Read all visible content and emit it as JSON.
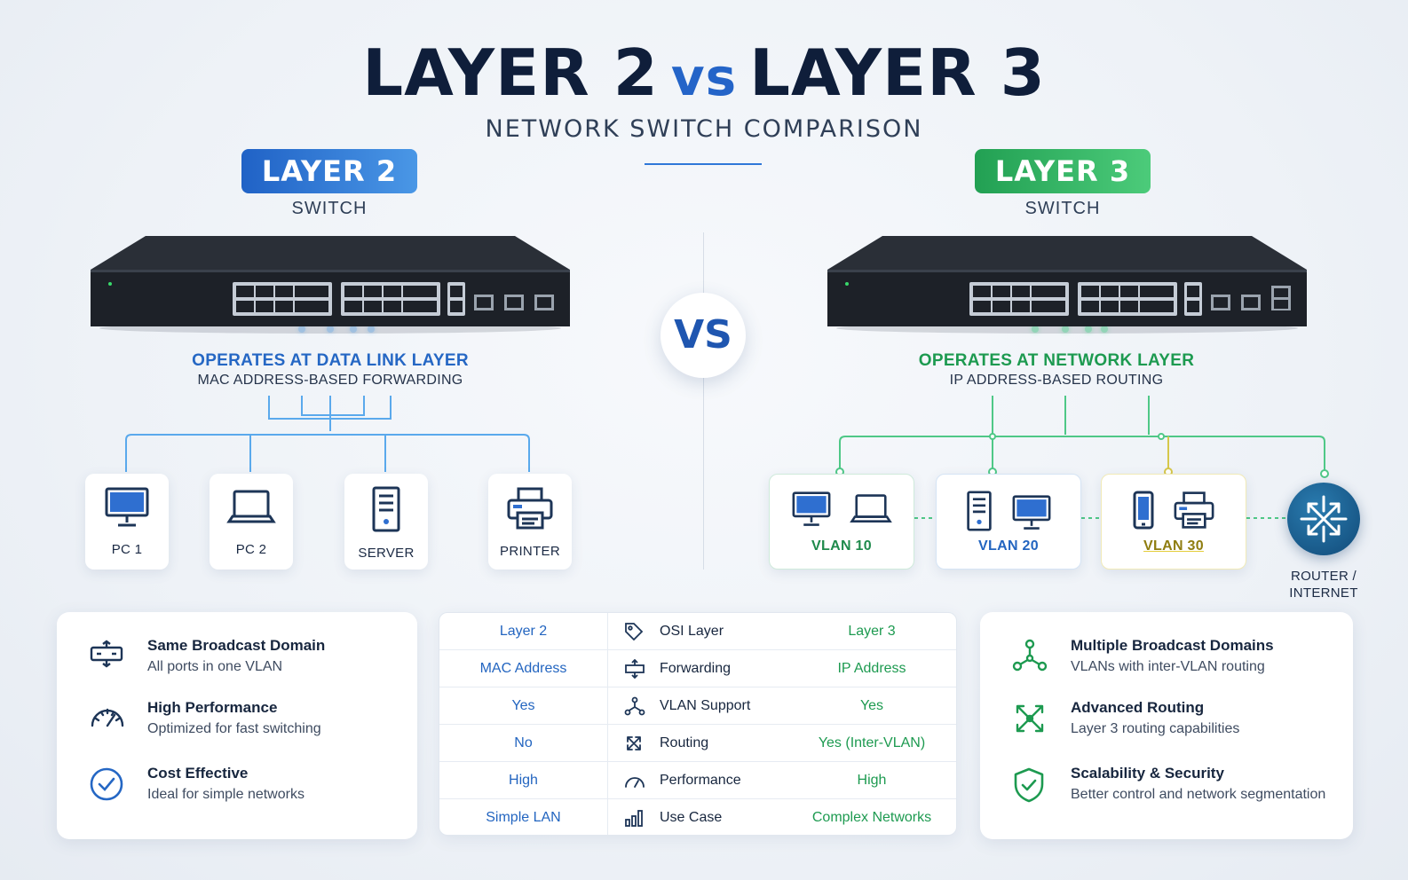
{
  "title": {
    "left": "LAYER 2",
    "vs": "vs",
    "right": "LAYER 3"
  },
  "subtitle": "NETWORK SWITCH COMPARISON",
  "center_vs": "VS",
  "layer2": {
    "badge": "LAYER 2",
    "badge_sub": "SWITCH",
    "op_title": "OPERATES AT DATA LINK LAYER",
    "op_sub": "MAC ADDRESS-BASED FORWARDING",
    "devices": [
      {
        "label": "PC 1",
        "icon": "monitor-icon"
      },
      {
        "label": "PC 2",
        "icon": "laptop-icon"
      },
      {
        "label": "SERVER",
        "icon": "server-icon"
      },
      {
        "label": "PRINTER",
        "icon": "printer-icon"
      }
    ],
    "features": [
      {
        "title": "Same Broadcast Domain",
        "desc": "All ports in one VLAN",
        "icon": "switch-ports-icon"
      },
      {
        "title": "High Performance",
        "desc": "Optimized for fast switching",
        "icon": "speedometer-icon"
      },
      {
        "title": "Cost Effective",
        "desc": "Ideal for simple networks",
        "icon": "check-circle-icon"
      }
    ],
    "accent": "#2567c4"
  },
  "layer3": {
    "badge": "LAYER 3",
    "badge_sub": "SWITCH",
    "op_title": "OPERATES AT NETWORK LAYER",
    "op_sub": "IP ADDRESS-BASED ROUTING",
    "vlans": [
      {
        "label": "VLAN 10",
        "icons": [
          "monitor-icon",
          "laptop-icon"
        ]
      },
      {
        "label": "VLAN 20",
        "icons": [
          "server-icon",
          "monitor-icon"
        ]
      },
      {
        "label": "VLAN 30",
        "icons": [
          "phone-icon",
          "printer-icon"
        ]
      }
    ],
    "router_label_1": "ROUTER /",
    "router_label_2": "INTERNET",
    "features": [
      {
        "title": "Multiple Broadcast Domains",
        "desc": "VLANs with inter-VLAN routing",
        "icon": "network-nodes-icon"
      },
      {
        "title": "Advanced Routing",
        "desc": "Layer 3 routing capabilities",
        "icon": "routing-arrows-icon"
      },
      {
        "title": "Scalability & Security",
        "desc": "Better control and network segmentation",
        "icon": "shield-check-icon"
      }
    ],
    "accent": "#1d9a50"
  },
  "table": {
    "rows": [
      {
        "l2": "Layer 2",
        "label": "OSI Layer",
        "l3": "Layer 3",
        "icon": "tag-icon"
      },
      {
        "l2": "MAC Address",
        "label": "Forwarding",
        "l3": "IP Address",
        "icon": "forwarding-icon"
      },
      {
        "l2": "Yes",
        "label": "VLAN Support",
        "l3": "Yes",
        "icon": "vlan-icon"
      },
      {
        "l2": "No",
        "label": "Routing",
        "l3": "Yes (Inter-VLAN)",
        "icon": "routing-icon"
      },
      {
        "l2": "High",
        "label": "Performance",
        "l3": "High",
        "icon": "gauge-icon"
      },
      {
        "l2": "Simple LAN",
        "label": "Use Case",
        "l3": "Complex Networks",
        "icon": "bar-chart-icon"
      }
    ]
  }
}
